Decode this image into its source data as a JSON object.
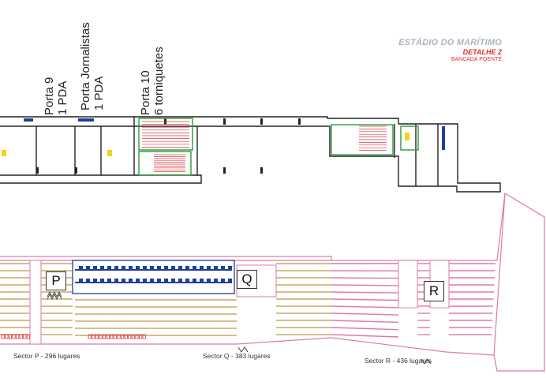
{
  "header": {
    "stadium": "ESTÁDIO DO MARÍTIMO",
    "detail": "DETALHE 2",
    "stand": "BANCADA POENTE"
  },
  "gates": [
    {
      "name": "Porta 9",
      "info": "1 PDA"
    },
    {
      "name": "Porta Jornalistas",
      "info": "1 PDA"
    },
    {
      "name": "Porta 10",
      "info": "6 torniquetes"
    }
  ],
  "sectors": [
    {
      "letter": "P",
      "label": "Sector P - 296 lugares"
    },
    {
      "letter": "Q",
      "label": "Sector Q - 383 lugares"
    },
    {
      "letter": "R",
      "label": "Sector R - 436 lugares"
    }
  ],
  "colors": {
    "wall": "#222222",
    "stand_outline": "#e07aa8",
    "seat_row": "#c9a866",
    "press_blue": "#1f3f9a",
    "green_door": "#2e9a3a",
    "red_stair": "#d9363e",
    "brand_gray": "#aab4c0",
    "brand_red": "#e03030"
  }
}
